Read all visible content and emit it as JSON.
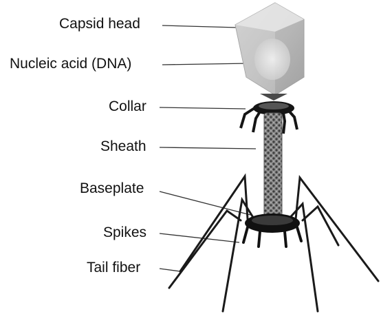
{
  "diagram": {
    "labels": {
      "capsid_head": "Capsid head",
      "nucleic_acid": "Nucleic acid (DNA)",
      "collar": "Collar",
      "sheath": "Sheath",
      "baseplate": "Baseplate",
      "spikes": "Spikes",
      "tail_fiber": "Tail fiber"
    },
    "colors": {
      "text": "#111111",
      "leader_line": "#333333",
      "capsid_light": "#d9d9d9",
      "capsid_mid": "#bdbdbd",
      "capsid_dark": "#8f8f8f",
      "collar": "#151515",
      "sheath": "#7a7a7a",
      "fiber": "#1a1a1a"
    }
  }
}
